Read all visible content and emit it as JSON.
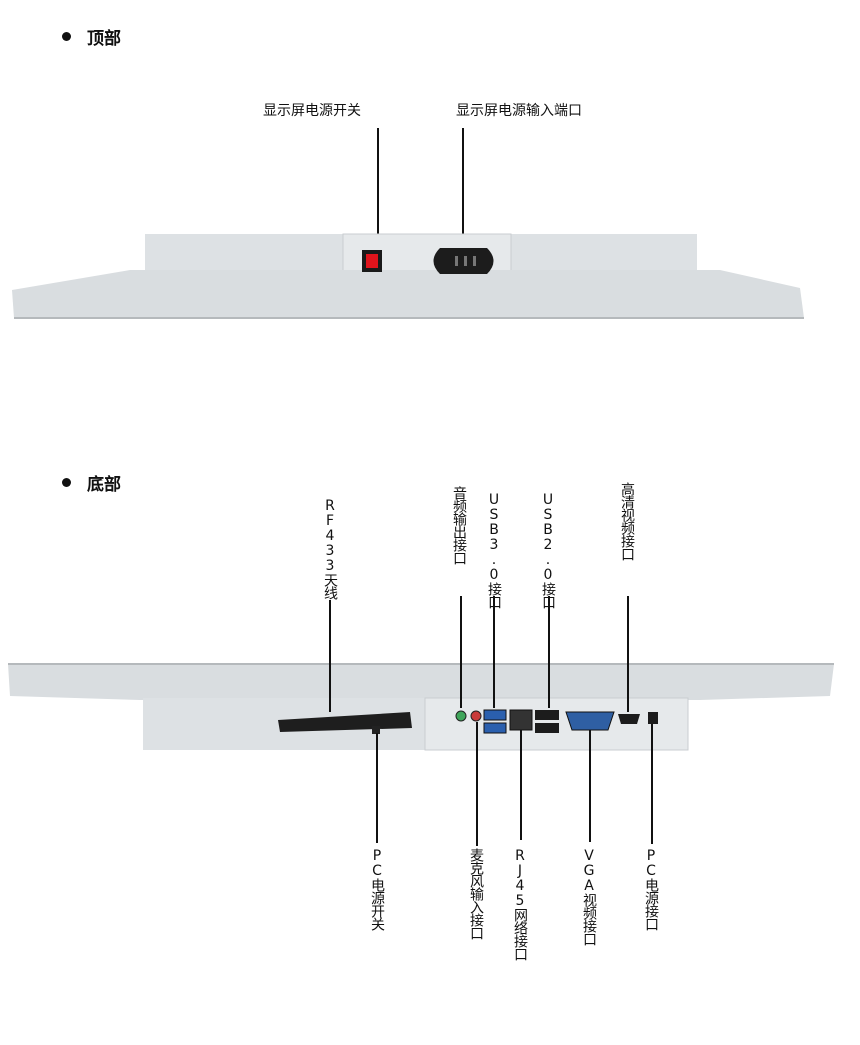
{
  "top": {
    "title": "顶部",
    "labels": {
      "display_power_switch": "显示屏电源开关",
      "display_power_input": "显示屏电源输入端口"
    }
  },
  "bottom": {
    "title": "底部",
    "labels": {
      "rf433_antenna": "RF433天线",
      "audio_out": "音频输出接口",
      "usb3": "USB3.0接口",
      "usb2": "USB2.0接口",
      "hdmi": "高清视频接口",
      "pc_power_switch": "PC电源开关",
      "mic_in": "麦克风输入接口",
      "rj45": "RJ45网络接口",
      "vga": "VGA视频接口",
      "pc_power_port": "PC电源接口"
    }
  },
  "colors": {
    "housing": "#d6dadd",
    "housing_shade": "#c3c7ca",
    "switch_red": "#e0141c",
    "usb3_blue": "#2a5fae",
    "vga_blue": "#2f5fa3",
    "port_black": "#1c1c1c",
    "audio_green": "#3fa55a",
    "mic_red": "#c93a3a"
  }
}
